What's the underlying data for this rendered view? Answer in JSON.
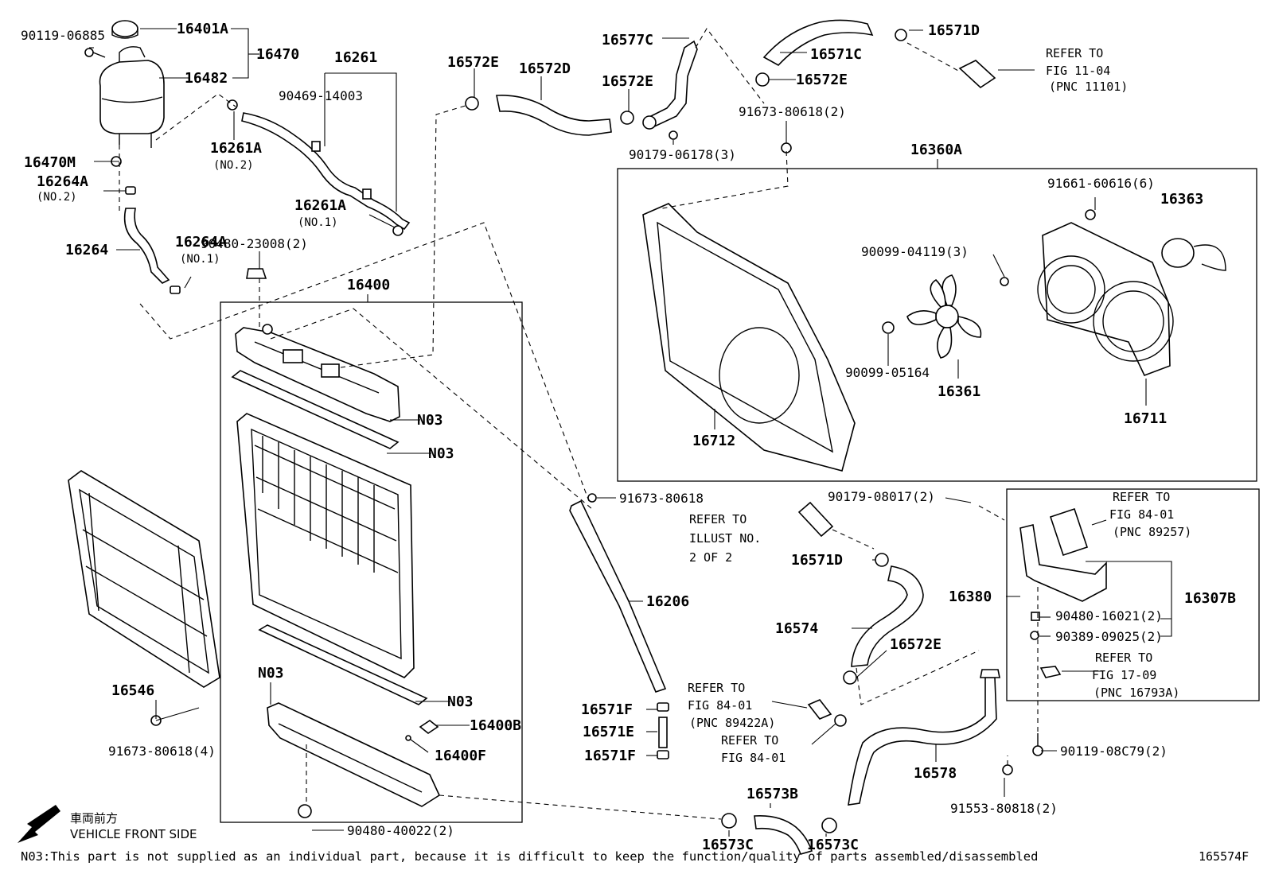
{
  "labels": {
    "p90119_06885": "90119-06885",
    "p16401A": "16401A",
    "p16470": "16470",
    "p16482": "16482",
    "p16261": "16261",
    "p90469_14003": "90469-14003",
    "p16261A_no2": "16261A",
    "no2_a": "(NO.2)",
    "p16470M": "16470M",
    "p16264A": "16264A",
    "no2_b": "(NO.2)",
    "p16261A_no1": "16261A",
    "no1_a": "(NO.1)",
    "p16264": "16264",
    "p16264A_no1": "16264A",
    "p90480_23008": "90480-23008(2)",
    "no1_b": "(NO.1)",
    "p16400": "16400",
    "n03_1": "N03",
    "n03_2": "N03",
    "n03_3": "N03",
    "n03_4": "N03",
    "p16572E_a": "16572E",
    "p16572D": "16572D",
    "p16577C": "16577C",
    "p16572E_b": "16572E",
    "p90179_06178": "90179-06178(3)",
    "p16571C": "16571C",
    "p16571D_a": "16571D",
    "p16572E_c": "16572E",
    "p91673_80618_2": "91673-80618(2)",
    "ref_11_04_a": "REFER TO",
    "ref_11_04_b": "FIG 11-04",
    "ref_11_04_c": "(PNC 11101)",
    "p16360A": "16360A",
    "p91661_60616": "91661-60616(6)",
    "p16363": "16363",
    "p90099_04119": "90099-04119(3)",
    "p90099_05164": "90099-05164",
    "p16361": "16361",
    "p16711": "16711",
    "p16712": "16712",
    "p16546": "16546",
    "p91673_80618_4": "91673-80618(4)",
    "p91673_80618": "91673-80618",
    "p16206": "16206",
    "ref_illust_a": "REFER TO",
    "ref_illust_b": "ILLUST NO.",
    "ref_illust_c": "2 OF 2",
    "p90179_08017": "90179-08017(2)",
    "p16571D_b": "16571D",
    "p16574": "16574",
    "p16572E_d": "16572E",
    "ref_84_01_a1": "REFER TO",
    "ref_84_01_a2": "FIG 84-01",
    "ref_84_01_a3": "(PNC 89257)",
    "p16380": "16380",
    "p16307B": "16307B",
    "p90480_16021": "90480-16021(2)",
    "p90389_09025": "90389-09025(2)",
    "ref_17_09_a": "REFER TO",
    "ref_17_09_b": "FIG 17-09",
    "ref_17_09_c": "(PNC 16793A)",
    "p16571F_a": "16571F",
    "p16571E": "16571E",
    "p16571F_b": "16571F",
    "ref_84_01_b1": "REFER TO",
    "ref_84_01_b2": "FIG 84-01",
    "ref_84_01_b3": "(PNC 89422A)",
    "ref_84_01_c1": "REFER TO",
    "ref_84_01_c2": "FIG 84-01",
    "p16400B": "16400B",
    "p16400F": "16400F",
    "p16578": "16578",
    "p90119_08C79": "90119-08C79(2)",
    "p91553_80818": "91553-80818(2)",
    "p16573B": "16573B",
    "p16573C_a": "16573C",
    "p16573C_b": "16573C",
    "p90480_40022": "90480-40022(2)",
    "front_jp": "車両前方",
    "front_en": "VEHICLE FRONT SIDE",
    "footnote": "N03:This part is not supplied as an individual part, because it is difficult to keep the function/quality of parts assembled/disassembled",
    "fig_id": "165574F"
  }
}
